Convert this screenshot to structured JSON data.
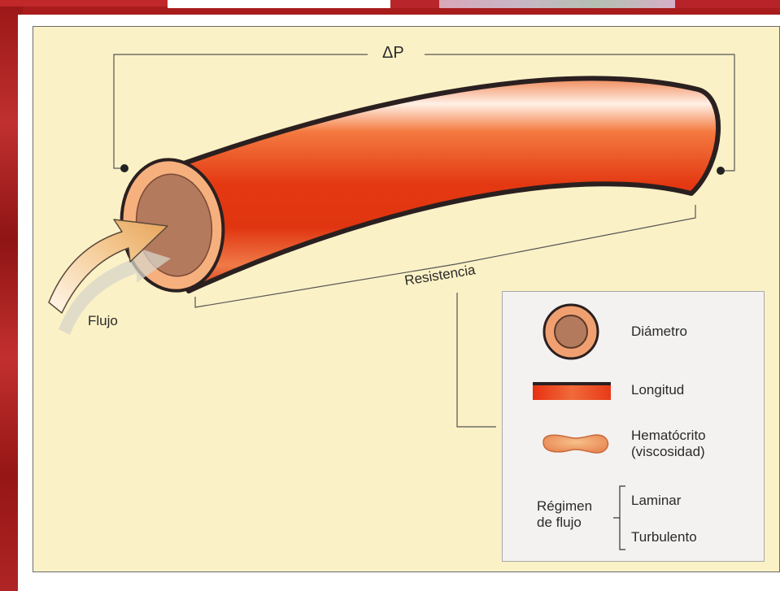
{
  "labels": {
    "delta_p": "ΔP",
    "resistencia": "Resistencia",
    "flujo": "Flujo"
  },
  "legend": {
    "diametro": "Diámetro",
    "longitud": "Longitud",
    "hematocrito_line1": "Hematócrito",
    "hematocrito_line2": "(viscosidad)",
    "regimen_line1": "Régimen",
    "regimen_line2": "de flujo",
    "laminar": "Laminar",
    "turbulento": "Turbulento"
  },
  "colors": {
    "panel_bg": "#fbf1c6",
    "vessel_red": "#e03a14",
    "vessel_orange": "#f4a070",
    "lumen": "#b47a5e",
    "arrow": "#f2c48a",
    "slide_bg": "#a81c1c"
  }
}
